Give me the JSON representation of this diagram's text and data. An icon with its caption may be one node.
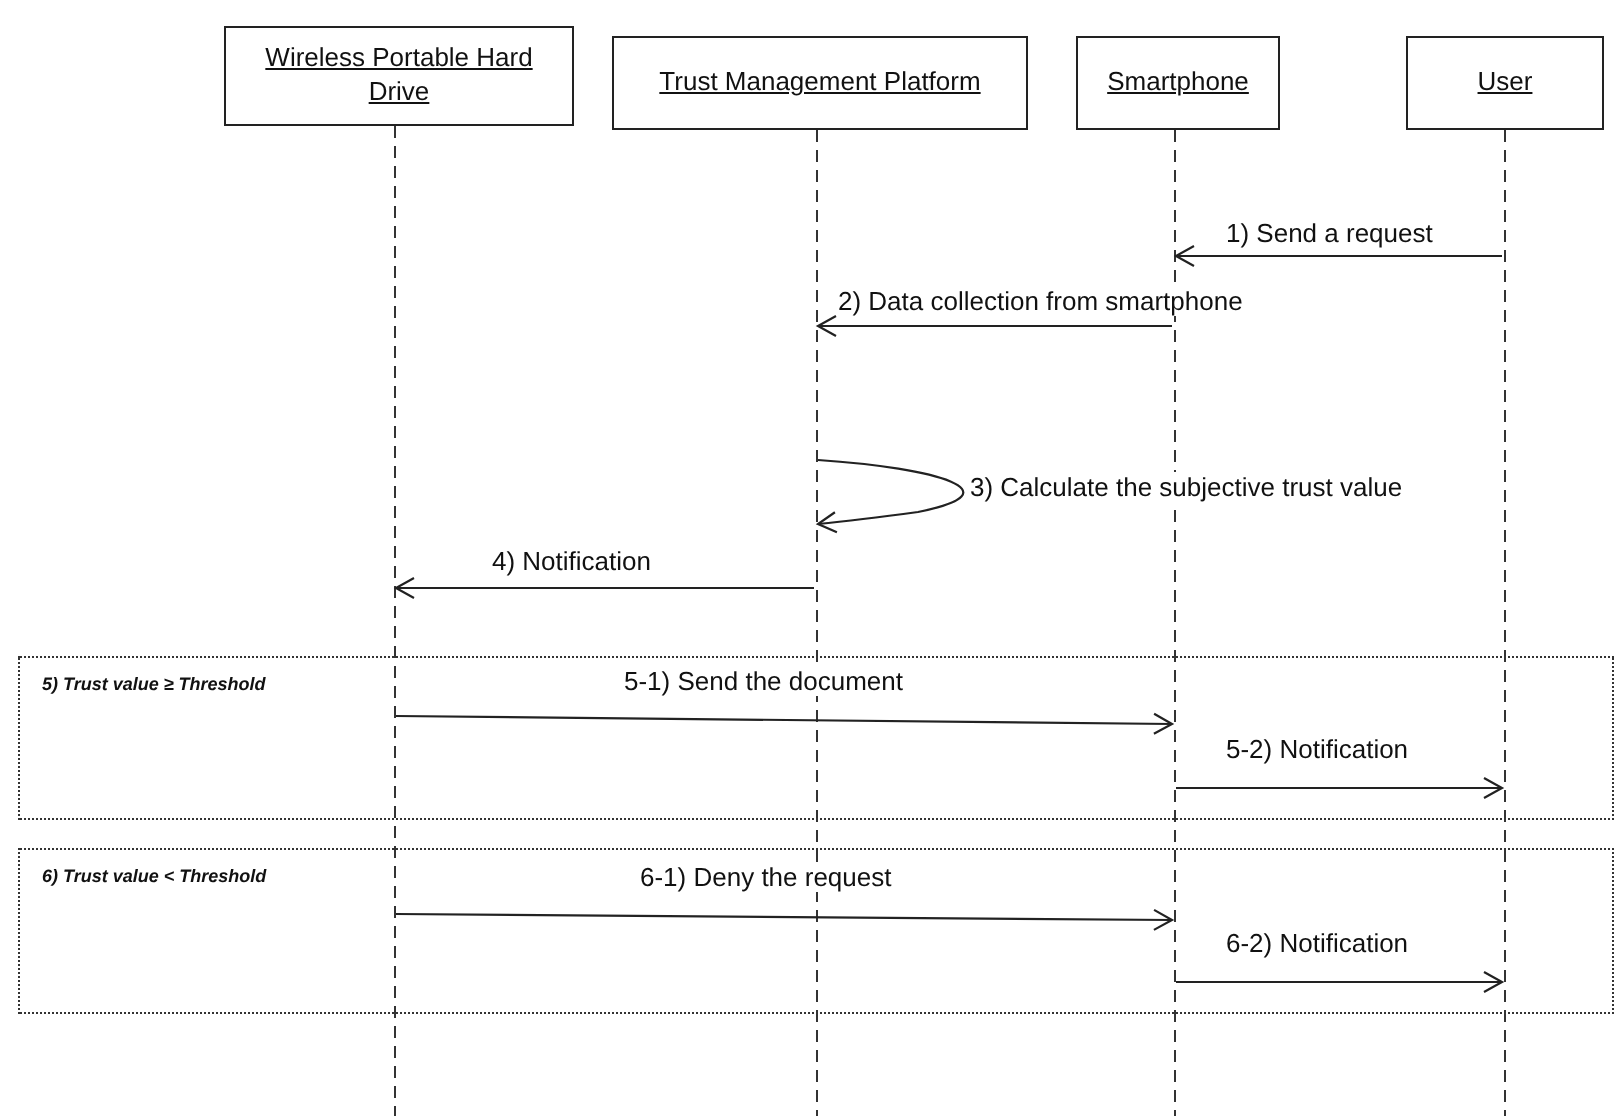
{
  "diagram": {
    "nodes": [
      {
        "text": [
          "Wireless Portable Hard Drive"
        ]
      },
      {
        "text": [
          "Trust Management Platform"
        ]
      },
      {
        "text": [
          "Smartphone"
        ]
      },
      {
        "text": [
          "User"
        ]
      },
      {
        "text": [],
        "shape": "lifeline"
      },
      {
        "text": [],
        "shape": "lifeline"
      },
      {
        "text": [],
        "shape": "lifeline"
      },
      {
        "text": [],
        "shape": "lifeline"
      }
    ],
    "labels": [
      "5) Trust value ≥ Threshold",
      "6) Trust value < Threshold"
    ],
    "edges": [
      {
        "from": 7,
        "to": 6,
        "arrow": "to",
        "label": "1) Send a request"
      },
      {
        "from": 6,
        "to": 5,
        "arrow": "to",
        "label": "2) Data collection from smartphone"
      },
      {
        "from": 5,
        "to": 5,
        "arrow": "to",
        "label": "3) Calculate the subjective trust value"
      },
      {
        "from": 5,
        "to": 4,
        "arrow": "to",
        "label": "4) Notification"
      },
      {
        "from": 4,
        "to": 6,
        "arrow": "to",
        "label": "5-1) Send the document"
      },
      {
        "from": 6,
        "to": 7,
        "arrow": "to",
        "label": "5-2) Notification"
      },
      {
        "from": 4,
        "to": 6,
        "arrow": "to",
        "label": "6-1) Deny the request"
      },
      {
        "from": 6,
        "to": 7,
        "arrow": "to",
        "label": "6-2) Notification"
      }
    ]
  }
}
